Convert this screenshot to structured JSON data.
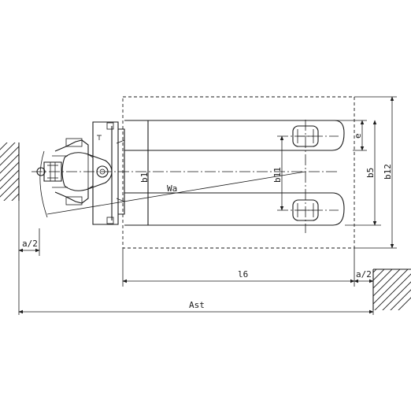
{
  "labels": {
    "a_half_left": "a/2",
    "l6": "l6",
    "a_half_right": "a/2",
    "ast": "Ast",
    "b1": "b1",
    "wa": "Wa",
    "b11": "b11",
    "e": "e",
    "b5": "b5",
    "b12": "b12"
  },
  "icons": {
    "arrowhead": "arrow-icon",
    "wall": "hatched-wall-icon"
  }
}
